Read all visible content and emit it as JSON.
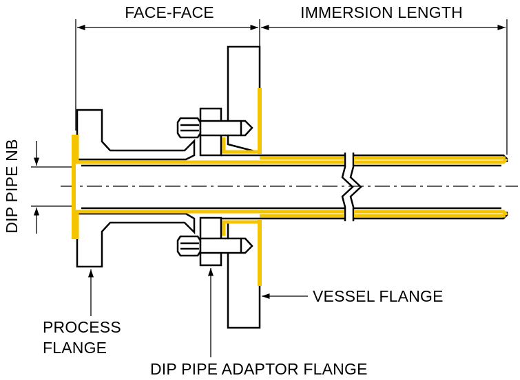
{
  "labels": {
    "face_face": "FACE-FACE",
    "immersion_length": "IMMERSION LENGTH",
    "dip_pipe_nb": "DIP PIPE NB",
    "vessel_flange": "VESSEL FLANGE",
    "process_flange_line1": "PROCESS",
    "process_flange_line2": "FLANGE",
    "dip_pipe_adaptor_flange": "DIP PIPE ADAPTOR FLANGE"
  },
  "colors": {
    "lining": "#f5c400",
    "ink": "#000000",
    "background": "#ffffff"
  }
}
